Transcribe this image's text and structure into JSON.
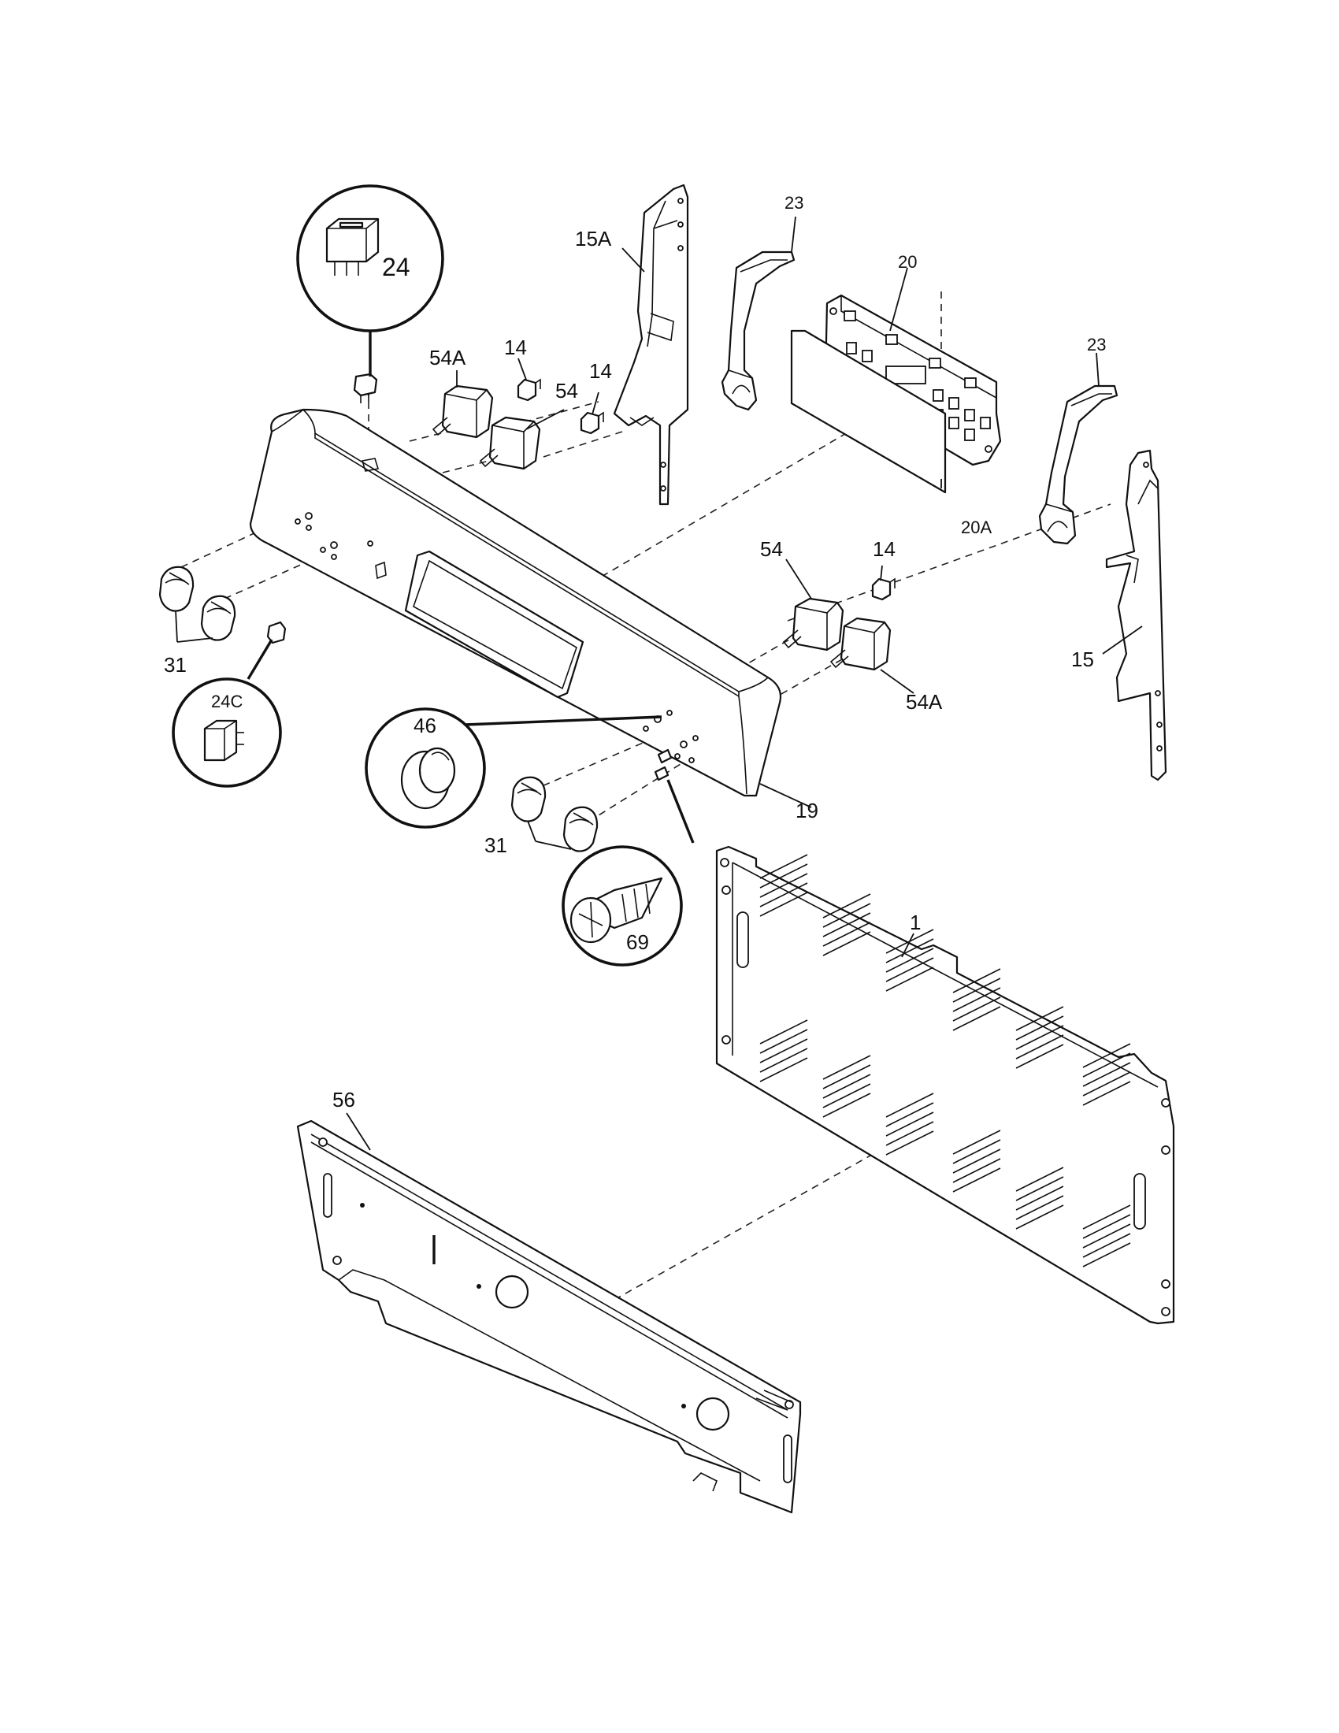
{
  "callouts": {
    "p1": "1",
    "p14a": "14",
    "p14b": "14",
    "p14c": "14",
    "p15": "15",
    "p15a": "15A",
    "p19": "19",
    "p20": "20",
    "p20a": "20A",
    "p23a": "23",
    "p23b": "23",
    "p24": "24",
    "p24c": "24C",
    "p31a": "31",
    "p31b": "31",
    "p46": "46",
    "p54a": "54",
    "p54b": "54",
    "p54Aa": "54A",
    "p54Ab": "54A",
    "p56": "56",
    "p69": "69"
  }
}
